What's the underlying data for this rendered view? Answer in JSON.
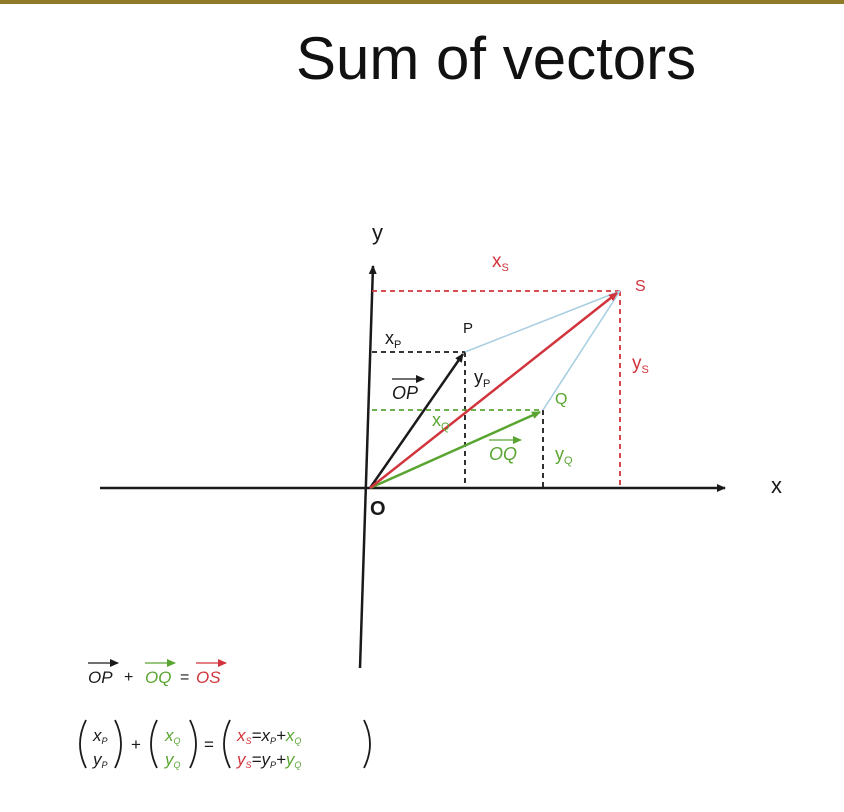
{
  "slide": {
    "title": "Sum of vectors"
  },
  "colors": {
    "accent_bar": "#8f7a2a",
    "black": "#1a1a1a",
    "red": "#d1343c",
    "green": "#5aa532",
    "light_blue": "#a9cfe2"
  },
  "diagram": {
    "axis_x_label": "x",
    "axis_y_label": "y",
    "origin_label": "O",
    "point_p_label": "P",
    "point_q_label": "Q",
    "point_s_label": "S",
    "xp_label": "x",
    "xp_sub": "P",
    "yp_label": "y",
    "yp_sub": "P",
    "xq_label": "x",
    "xq_sub": "Q",
    "yq_label": "y",
    "yq_sub": "Q",
    "xs_label": "x",
    "xs_sub": "S",
    "ys_label": "y",
    "ys_sub": "S",
    "vec_op": "OP",
    "vec_oq": "OQ"
  },
  "equations": {
    "sum_op": "OP",
    "plus": "+",
    "sum_oq": "OQ",
    "equals": "=",
    "sum_os": "OS",
    "x": "x",
    "y": "y",
    "sub_p": "P",
    "sub_q": "Q",
    "sub_s": "S",
    "eq": "=",
    "op": "+"
  }
}
